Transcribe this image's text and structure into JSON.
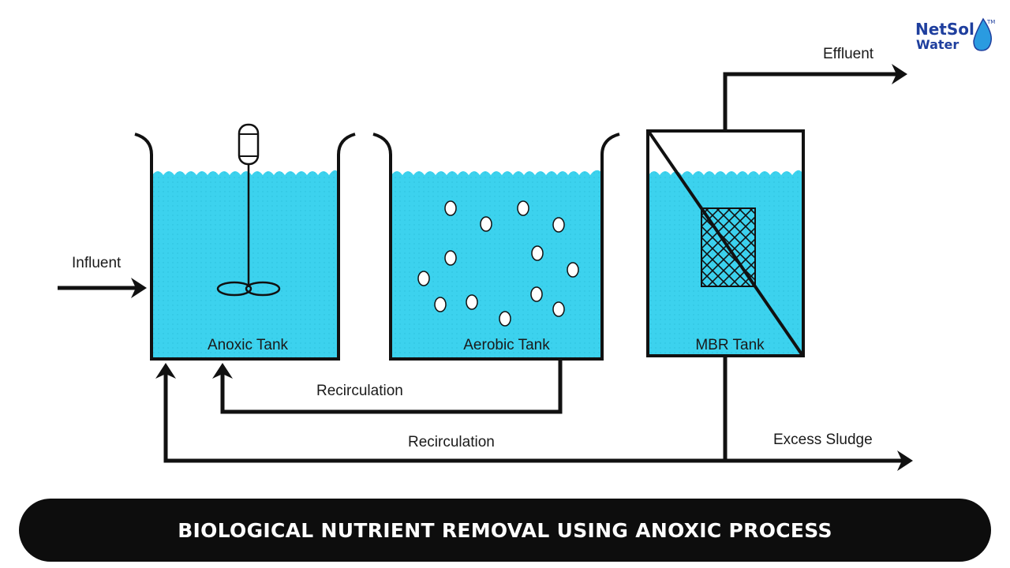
{
  "brand": {
    "line1": "NetSol",
    "line2": "Water",
    "mark": "TM"
  },
  "labels": {
    "influent": "Influent",
    "effluent": "Effluent",
    "excess_sludge": "Excess Sludge",
    "recirculation_inner": "Recirculation",
    "recirculation_outer": "Recirculation"
  },
  "tanks": {
    "anoxic": "Anoxic Tank",
    "aerobic": "Aerobic Tank",
    "mbr": "MBR Tank"
  },
  "banner": {
    "title": "BIOLOGICAL NUTRIENT REMOVAL USING ANOXIC PROCESS"
  },
  "colors": {
    "water": "#3cd2ee",
    "line": "#111111",
    "logo_blue": "#1f3f9e"
  }
}
